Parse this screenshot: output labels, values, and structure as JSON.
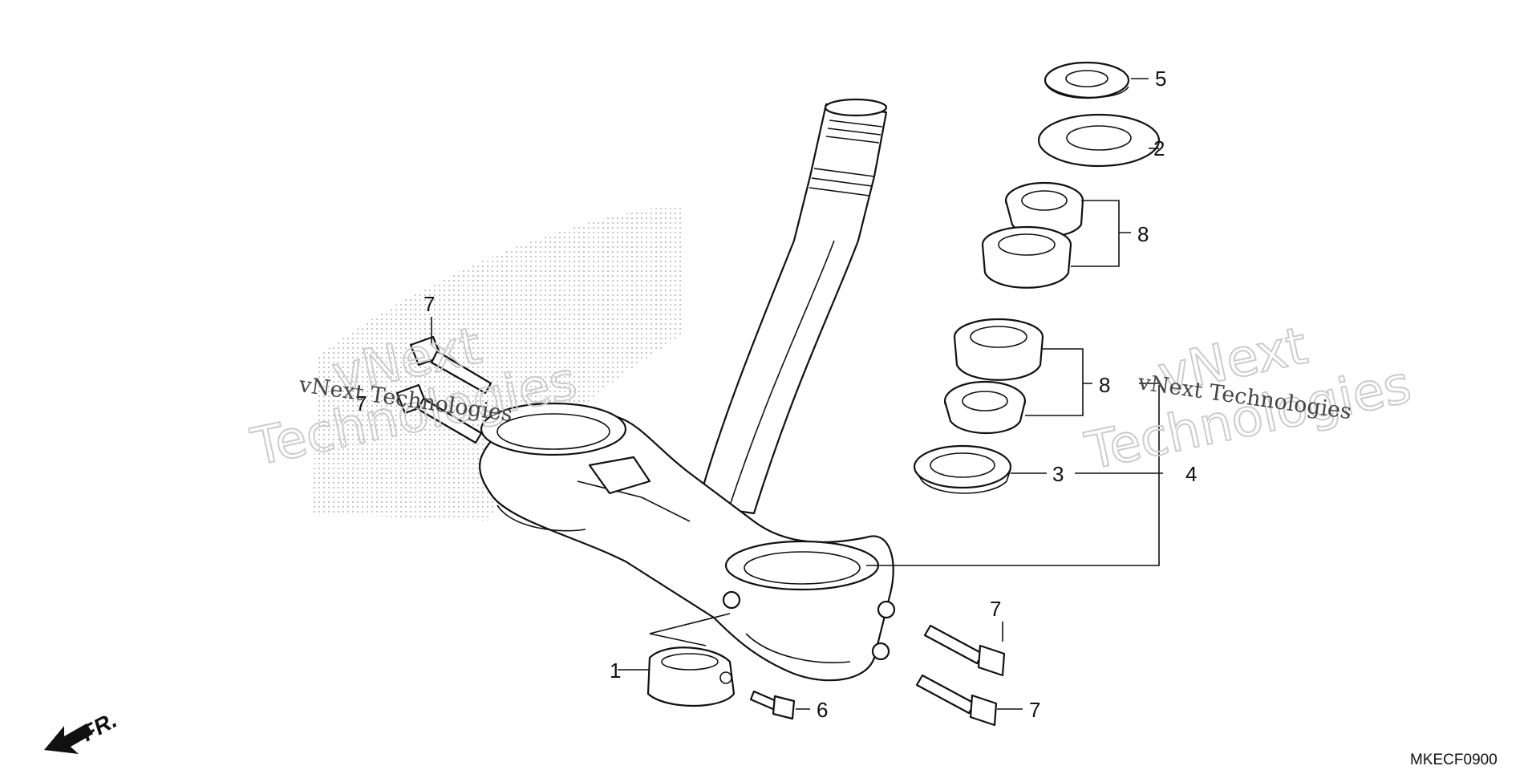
{
  "callouts": {
    "c1": "1",
    "c2": "2",
    "c3": "3",
    "c4": "4",
    "c5": "5",
    "c6": "6",
    "c7a": "7",
    "c7b": "7",
    "c7c": "7",
    "c7d": "7",
    "c8a": "8",
    "c8b": "8"
  },
  "direction_label": "FR.",
  "diagram_code": "MKECF0900",
  "watermark": {
    "line1": "vNext Technologies",
    "outline_a": "vNext",
    "outline_b": "Technologies"
  }
}
